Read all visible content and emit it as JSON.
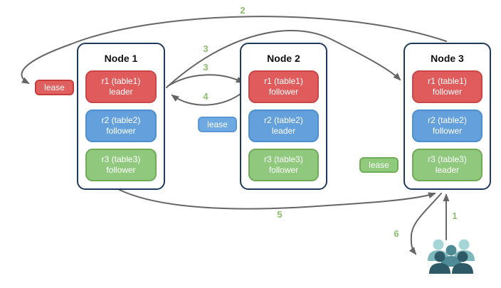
{
  "nodes": [
    {
      "title": "Node 1",
      "replicas": [
        {
          "name": "r1 (table1)",
          "role": "leader",
          "color": "#e05c5c"
        },
        {
          "name": "r2 (table2)",
          "role": "follower",
          "color": "#64a1dc"
        },
        {
          "name": "r3 (table3)",
          "role": "follower",
          "color": "#90c97e"
        }
      ]
    },
    {
      "title": "Node 2",
      "replicas": [
        {
          "name": "r1 (table1)",
          "role": "follower",
          "color": "#e05c5c"
        },
        {
          "name": "r2 (table2)",
          "role": "leader",
          "color": "#64a1dc"
        },
        {
          "name": "r3 (table3)",
          "role": "follower",
          "color": "#90c97e"
        }
      ]
    },
    {
      "title": "Node 3",
      "replicas": [
        {
          "name": "r1 (table1)",
          "role": "follower",
          "color": "#e05c5c"
        },
        {
          "name": "r2 (table2)",
          "role": "follower",
          "color": "#64a1dc"
        },
        {
          "name": "r3 (table3)",
          "role": "leader",
          "color": "#90c97e"
        }
      ]
    }
  ],
  "leases": [
    {
      "label": "lease",
      "color": "#e06060"
    },
    {
      "label": "lease",
      "color": "#6fa9e2"
    },
    {
      "label": "lease",
      "color": "#8fca7d"
    }
  ],
  "step_labels": [
    "1",
    "2",
    "3",
    "3",
    "4",
    "5",
    "6"
  ],
  "icons": {
    "users": "users-group-icon"
  },
  "colors": {
    "node_border": "#1f3a5c",
    "arrow": "#666666",
    "step_label": "#8abf6b",
    "replica_red": "#e05c5c",
    "replica_blue": "#64a1dc",
    "replica_green": "#90c97e",
    "users_light": "#a6d5d8",
    "users_midlight": "#7cb7bc",
    "users_mid": "#4f8b96",
    "users_dark": "#2e5a68"
  }
}
